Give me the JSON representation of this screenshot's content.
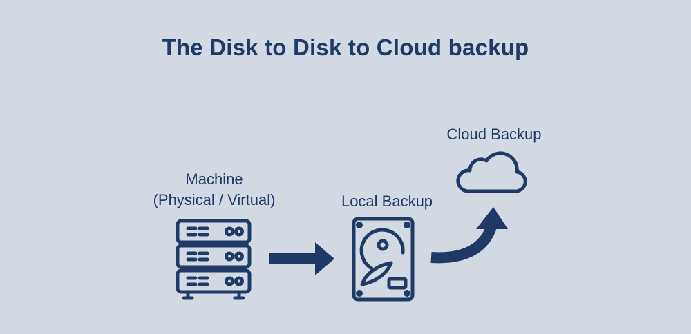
{
  "title": "The Disk to Disk to Cloud backup",
  "nodes": {
    "machine": {
      "label_line1": "Machine",
      "label_line2": "(Physical / Virtual)",
      "icon": "server-icon"
    },
    "local": {
      "label": "Local Backup",
      "icon": "hard-drive-icon"
    },
    "cloud": {
      "label": "Cloud Backup",
      "icon": "cloud-icon"
    }
  },
  "arrows": [
    {
      "from": "machine",
      "to": "local",
      "style": "straight"
    },
    {
      "from": "local",
      "to": "cloud",
      "style": "curved"
    }
  ],
  "colors": {
    "background": "#d3d9e2",
    "primary": "#1f3a66"
  }
}
